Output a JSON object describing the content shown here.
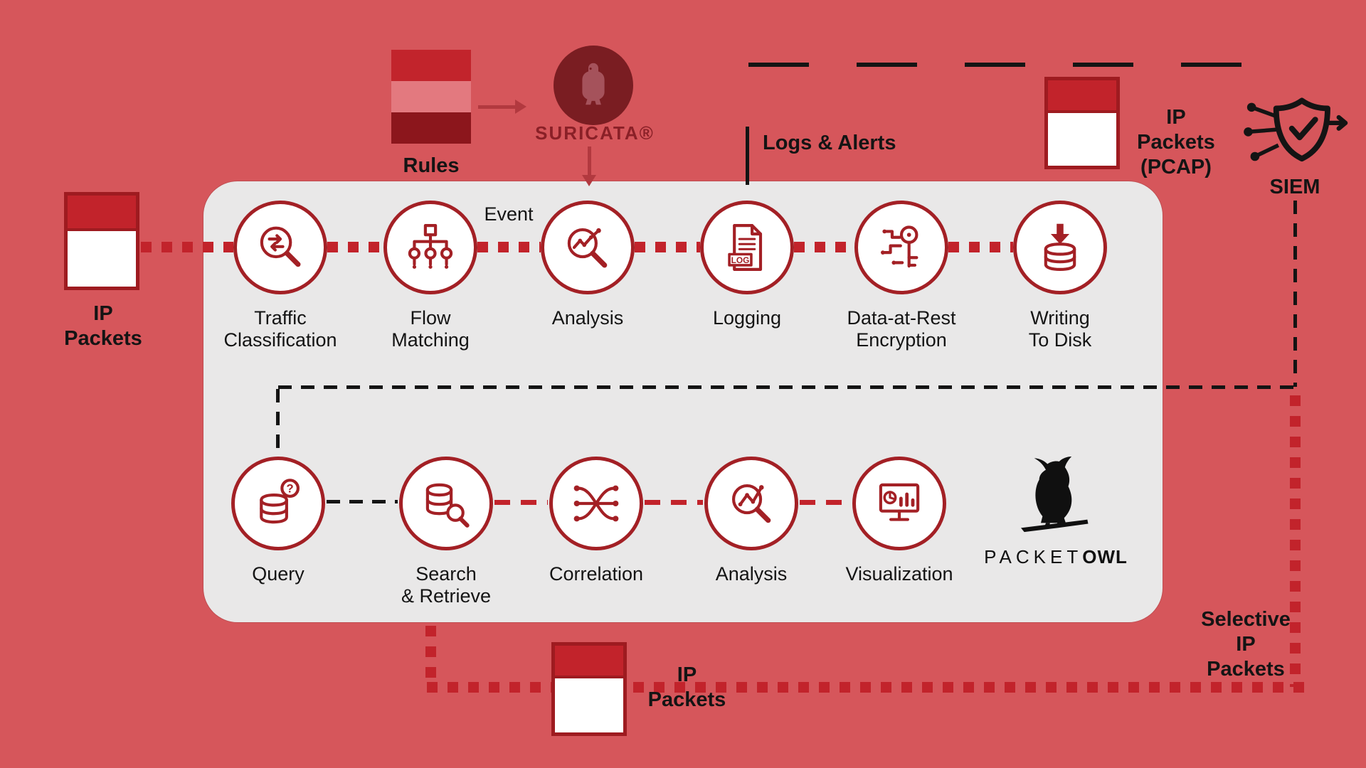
{
  "colors": {
    "background": "#d6565b",
    "dark_red": "#a32025",
    "bright_red": "#c2232b",
    "maroon": "#7a1d22",
    "panel_gray": "#e9e8e8",
    "ink_black": "#141414",
    "suricata_text": "#8a2027"
  },
  "pipeline_top": {
    "event_label": "Event",
    "nodes": [
      {
        "label": "Traffic\nClassification",
        "icon": "traffic-classification-icon"
      },
      {
        "label": "Flow\nMatching",
        "icon": "flow-matching-icon"
      },
      {
        "label": "Analysis",
        "icon": "analysis-magnifier-icon"
      },
      {
        "label": "Logging",
        "icon": "logging-document-icon"
      },
      {
        "label": "Data-at-Rest\nEncryption",
        "icon": "encryption-key-icon"
      },
      {
        "label": "Writing\nTo Disk",
        "icon": "write-to-disk-icon"
      }
    ]
  },
  "pipeline_bottom": {
    "nodes": [
      {
        "label": "Query",
        "icon": "query-database-icon"
      },
      {
        "label": "Search\n& Retrieve",
        "icon": "search-retrieve-icon"
      },
      {
        "label": "Correlation",
        "icon": "correlation-icon"
      },
      {
        "label": "Analysis",
        "icon": "analysis-graph-icon"
      },
      {
        "label": "Visualization",
        "icon": "visualization-monitor-icon"
      }
    ]
  },
  "annotations": {
    "rules": "Rules",
    "suricata": "SURICATA®",
    "logs_alerts": "Logs & Alerts",
    "ip_packets_left": "IP\nPackets",
    "ip_packets_pcap": "IP\nPackets\n(PCAP)",
    "siem": "SIEM",
    "ip_packets_bottom": "IP\nPackets",
    "selective_ip_packets": "Selective\nIP\nPackets"
  },
  "icons": {
    "log_text": "LOG",
    "question_mark": "?"
  },
  "brand": {
    "packet": "PACKET",
    "owl": "OWL"
  }
}
